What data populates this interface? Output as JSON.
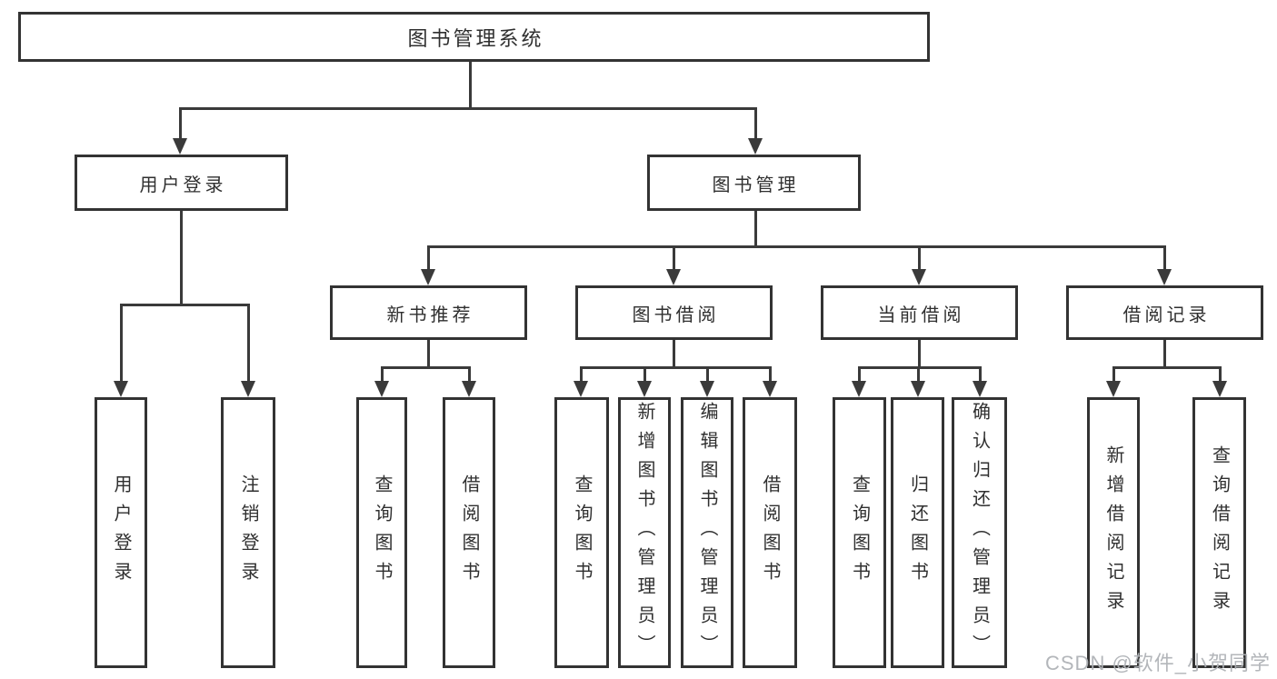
{
  "diagram_type": "hierarchy-tree",
  "tree": {
    "label": "图书管理系统",
    "children": [
      {
        "label": "用户登录",
        "children": [
          {
            "label": "用户登录"
          },
          {
            "label": "注销登录"
          }
        ]
      },
      {
        "label": "图书管理",
        "children": [
          {
            "label": "新书推荐",
            "children": [
              {
                "label": "查询图书"
              },
              {
                "label": "借阅图书"
              }
            ]
          },
          {
            "label": "图书借阅",
            "children": [
              {
                "label": "查询图书"
              },
              {
                "label": "新增图书（管理员）"
              },
              {
                "label": "编辑图书（管理员）"
              },
              {
                "label": "借阅图书"
              }
            ]
          },
          {
            "label": "当前借阅",
            "children": [
              {
                "label": "查询图书"
              },
              {
                "label": "归还图书"
              },
              {
                "label": "确认归还（管理员）"
              }
            ]
          },
          {
            "label": "借阅记录",
            "children": [
              {
                "label": "新增借阅记录"
              },
              {
                "label": "查询借阅记录"
              }
            ]
          }
        ]
      }
    ]
  },
  "watermark": "CSDN @软件_小贺同学",
  "colors": {
    "line": "#3a3a3a",
    "box_border": "#333333",
    "text": "#2f2f2f",
    "watermark": "#afb2b6",
    "background": "#ffffff"
  }
}
